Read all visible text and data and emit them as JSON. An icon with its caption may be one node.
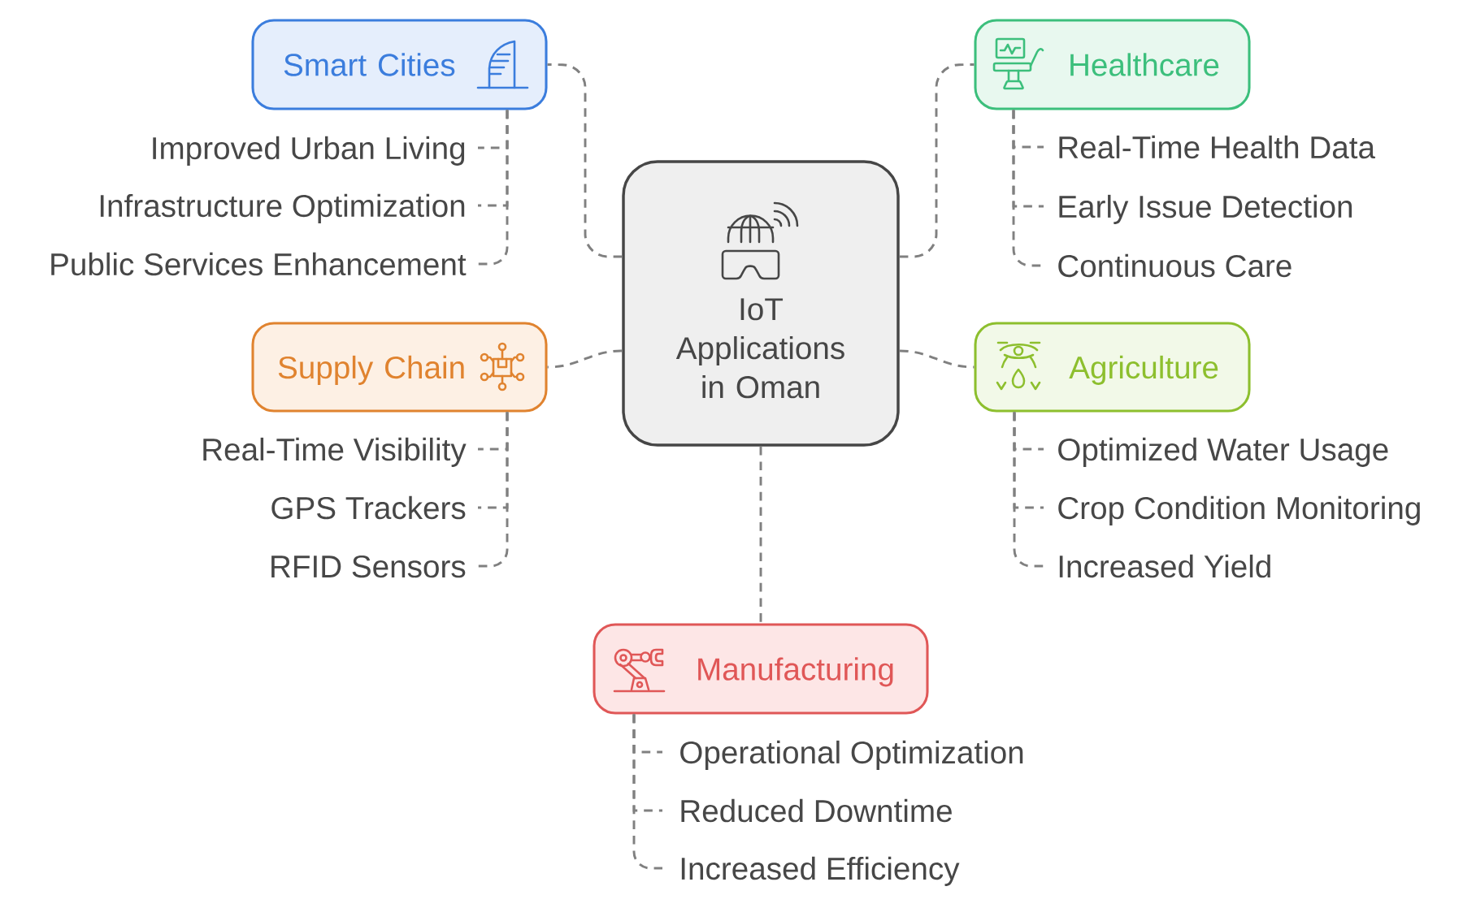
{
  "diagram": {
    "nodes": [
      {
        "text": [
          "IoT Applications in Oman"
        ]
      },
      {
        "text": [
          "Smart Cities"
        ]
      },
      {
        "text": [
          "Improved Urban Living"
        ]
      },
      {
        "text": [
          "Infrastructure Optimization"
        ]
      },
      {
        "text": [
          "Public Services Enhancement"
        ]
      },
      {
        "text": [
          "Healthcare"
        ]
      },
      {
        "text": [
          "Real-Time Health Data"
        ]
      },
      {
        "text": [
          "Early Issue Detection"
        ]
      },
      {
        "text": [
          "Continuous Care"
        ]
      },
      {
        "text": [
          "Supply Chain"
        ]
      },
      {
        "text": [
          "Real-Time Visibility"
        ]
      },
      {
        "text": [
          "GPS Trackers"
        ]
      },
      {
        "text": [
          "RFID Sensors"
        ]
      },
      {
        "text": [
          "Agriculture"
        ]
      },
      {
        "text": [
          "Optimized Water Usage"
        ]
      },
      {
        "text": [
          "Crop Condition Monitoring"
        ]
      },
      {
        "text": [
          "Increased Yield"
        ]
      },
      {
        "text": [
          "Manufacturing"
        ]
      },
      {
        "text": [
          "Operational Optimization"
        ]
      },
      {
        "text": [
          "Reduced Downtime"
        ]
      },
      {
        "text": [
          "Increased Efficiency"
        ]
      }
    ],
    "edges": [
      {
        "from": 0,
        "to": 1,
        "arrow": "none",
        "style": "dashed"
      },
      {
        "from": 0,
        "to": 5,
        "arrow": "none",
        "style": "dashed"
      },
      {
        "from": 0,
        "to": 9,
        "arrow": "none",
        "style": "dashed"
      },
      {
        "from": 0,
        "to": 13,
        "arrow": "none",
        "style": "dashed"
      },
      {
        "from": 0,
        "to": 17,
        "arrow": "none",
        "style": "dashed"
      },
      {
        "from": 1,
        "to": 2,
        "arrow": "none",
        "style": "dashed"
      },
      {
        "from": 1,
        "to": 3,
        "arrow": "none",
        "style": "dashed"
      },
      {
        "from": 1,
        "to": 4,
        "arrow": "none",
        "style": "dashed"
      },
      {
        "from": 5,
        "to": 6,
        "arrow": "none",
        "style": "dashed"
      },
      {
        "from": 5,
        "to": 7,
        "arrow": "none",
        "style": "dashed"
      },
      {
        "from": 5,
        "to": 8,
        "arrow": "none",
        "style": "dashed"
      },
      {
        "from": 9,
        "to": 10,
        "arrow": "none",
        "style": "dashed"
      },
      {
        "from": 9,
        "to": 11,
        "arrow": "none",
        "style": "dashed"
      },
      {
        "from": 9,
        "to": 12,
        "arrow": "none",
        "style": "dashed"
      },
      {
        "from": 13,
        "to": 14,
        "arrow": "none",
        "style": "dashed"
      },
      {
        "from": 13,
        "to": 15,
        "arrow": "none",
        "style": "dashed"
      },
      {
        "from": 13,
        "to": 16,
        "arrow": "none",
        "style": "dashed"
      },
      {
        "from": 17,
        "to": 18,
        "arrow": "none",
        "style": "dashed"
      },
      {
        "from": 17,
        "to": 19,
        "arrow": "none",
        "style": "dashed"
      },
      {
        "from": 17,
        "to": 20,
        "arrow": "none",
        "style": "dashed"
      }
    ]
  }
}
